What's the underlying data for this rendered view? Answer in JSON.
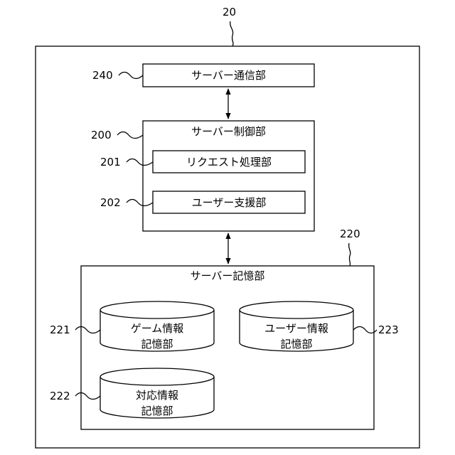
{
  "refs": {
    "device": "20",
    "comm": "240",
    "control": "200",
    "request": "201",
    "support": "202",
    "storage": "220",
    "game_db": "221",
    "corr_db": "222",
    "user_db": "223"
  },
  "labels": {
    "comm": "サーバー通信部",
    "control": "サーバー制御部",
    "request": "リクエスト処理部",
    "support": "ユーザー支援部",
    "storage": "サーバー記憶部",
    "game_db_line1": "ゲーム情報",
    "game_db_line2": "記憶部",
    "user_db_line1": "ユーザー情報",
    "user_db_line2": "記憶部",
    "corr_db_line1": "対応情報",
    "corr_db_line2": "記憶部"
  }
}
